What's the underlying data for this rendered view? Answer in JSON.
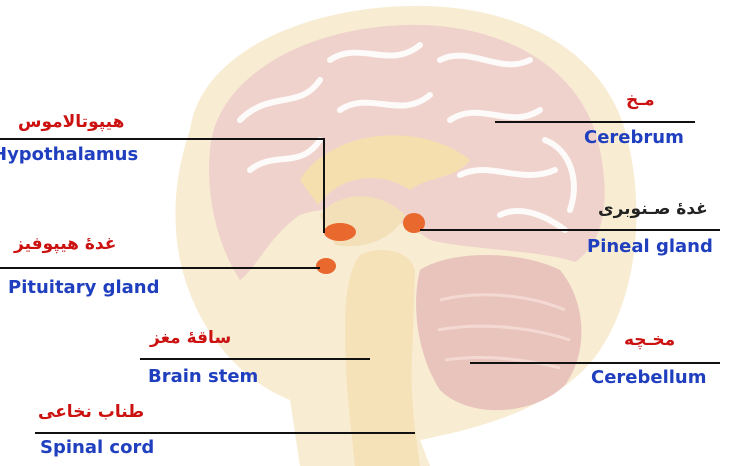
{
  "labels": {
    "hypothalamus": {
      "fa": "هیپوتالاموس",
      "en": "Hypothalamus"
    },
    "pituitary": {
      "fa": "غدهٔ هیپوفیز",
      "en": "Pituitary gland"
    },
    "brain_stem": {
      "fa": "ساقهٔ مغز",
      "en": "Brain stem"
    },
    "spinal_cord": {
      "fa": "طناب نخاعی",
      "en": "Spinal cord"
    },
    "cerebrum": {
      "fa": "مـخ",
      "en": "Cerebrum"
    },
    "pineal": {
      "fa": "غدهٔ صـنوبری",
      "en": "Pineal gland"
    },
    "cerebellum": {
      "fa": "مخـچه",
      "en": "Cerebellum"
    }
  },
  "colors": {
    "english_label": "#1f3fbf",
    "persian_label": "#cc1111",
    "persian_label_dark": "#222222",
    "brain": "#f0d2cc",
    "outer_tissue": "#f8ecd2",
    "gland": "#e8682e",
    "leader_line": "#111111"
  }
}
